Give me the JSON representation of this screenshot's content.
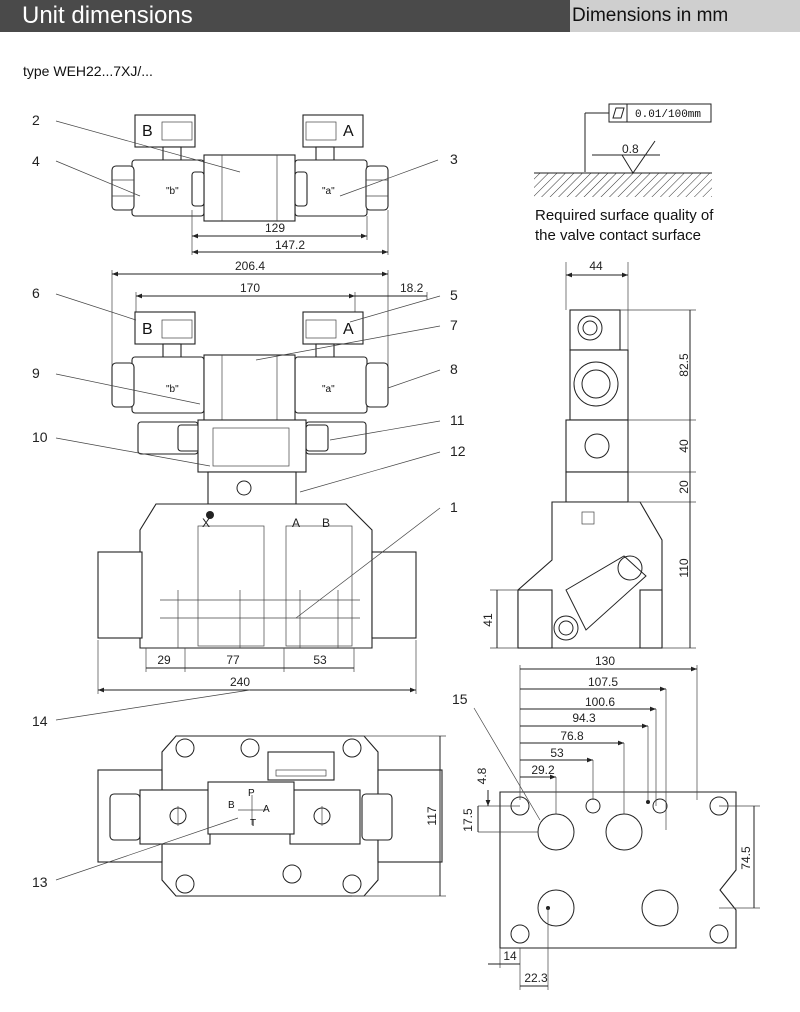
{
  "header": {
    "title": "Unit dimensions",
    "right": "Dimensions in mm"
  },
  "type_label": "type WEH22...7XJ/...",
  "surface": {
    "flatness": "0.01/100mm",
    "roughness": "0.8",
    "note_line1": "Required surface quality of",
    "note_line2": "the valve contact surface"
  },
  "callouts": {
    "c1": "1",
    "c2": "2",
    "c3": "3",
    "c4": "4",
    "c5": "5",
    "c6": "6",
    "c7": "7",
    "c8": "8",
    "c9": "9",
    "c10": "10",
    "c11": "11",
    "c12": "12",
    "c13": "13",
    "c14": "14",
    "c15": "15"
  },
  "dims": {
    "d129": "129",
    "d147_2": "147.2",
    "d206_4": "206.4",
    "d170": "170",
    "d18_2": "18.2",
    "d29": "29",
    "d77": "77",
    "d53": "53",
    "d240": "240",
    "d44": "44",
    "d82_5": "82.5",
    "d40": "40",
    "d20": "20",
    "d110": "110",
    "d41": "41",
    "d117": "117",
    "d130": "130",
    "d107_5": "107.5",
    "d100_6": "100.6",
    "d94_3": "94.3",
    "d76_8": "76.8",
    "d53b": "53",
    "d29_2": "29.2",
    "d4_8": "4.8",
    "d17_5": "17.5",
    "d74_5": "74.5",
    "d14": "14",
    "d22_3": "22.3"
  },
  "ports": {
    "a": "A",
    "b": "B",
    "x": "X",
    "p": "P",
    "t": "T",
    "sol_a": "\"a\"",
    "sol_b": "\"b\""
  }
}
